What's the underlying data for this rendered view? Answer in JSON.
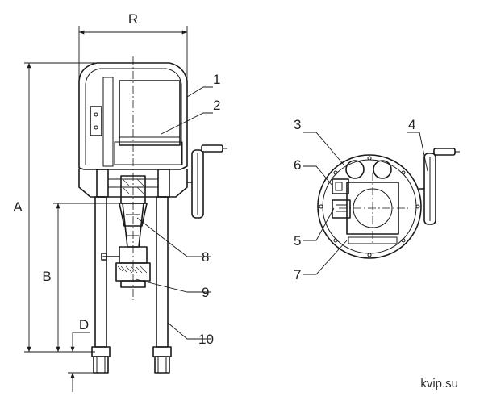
{
  "dimensions": {
    "r": "R",
    "a": "A",
    "b": "B",
    "d": "D"
  },
  "callouts": [
    "1",
    "2",
    "3",
    "4",
    "5",
    "6",
    "7",
    "8",
    "9",
    "10"
  ],
  "watermark": "kvip.su"
}
